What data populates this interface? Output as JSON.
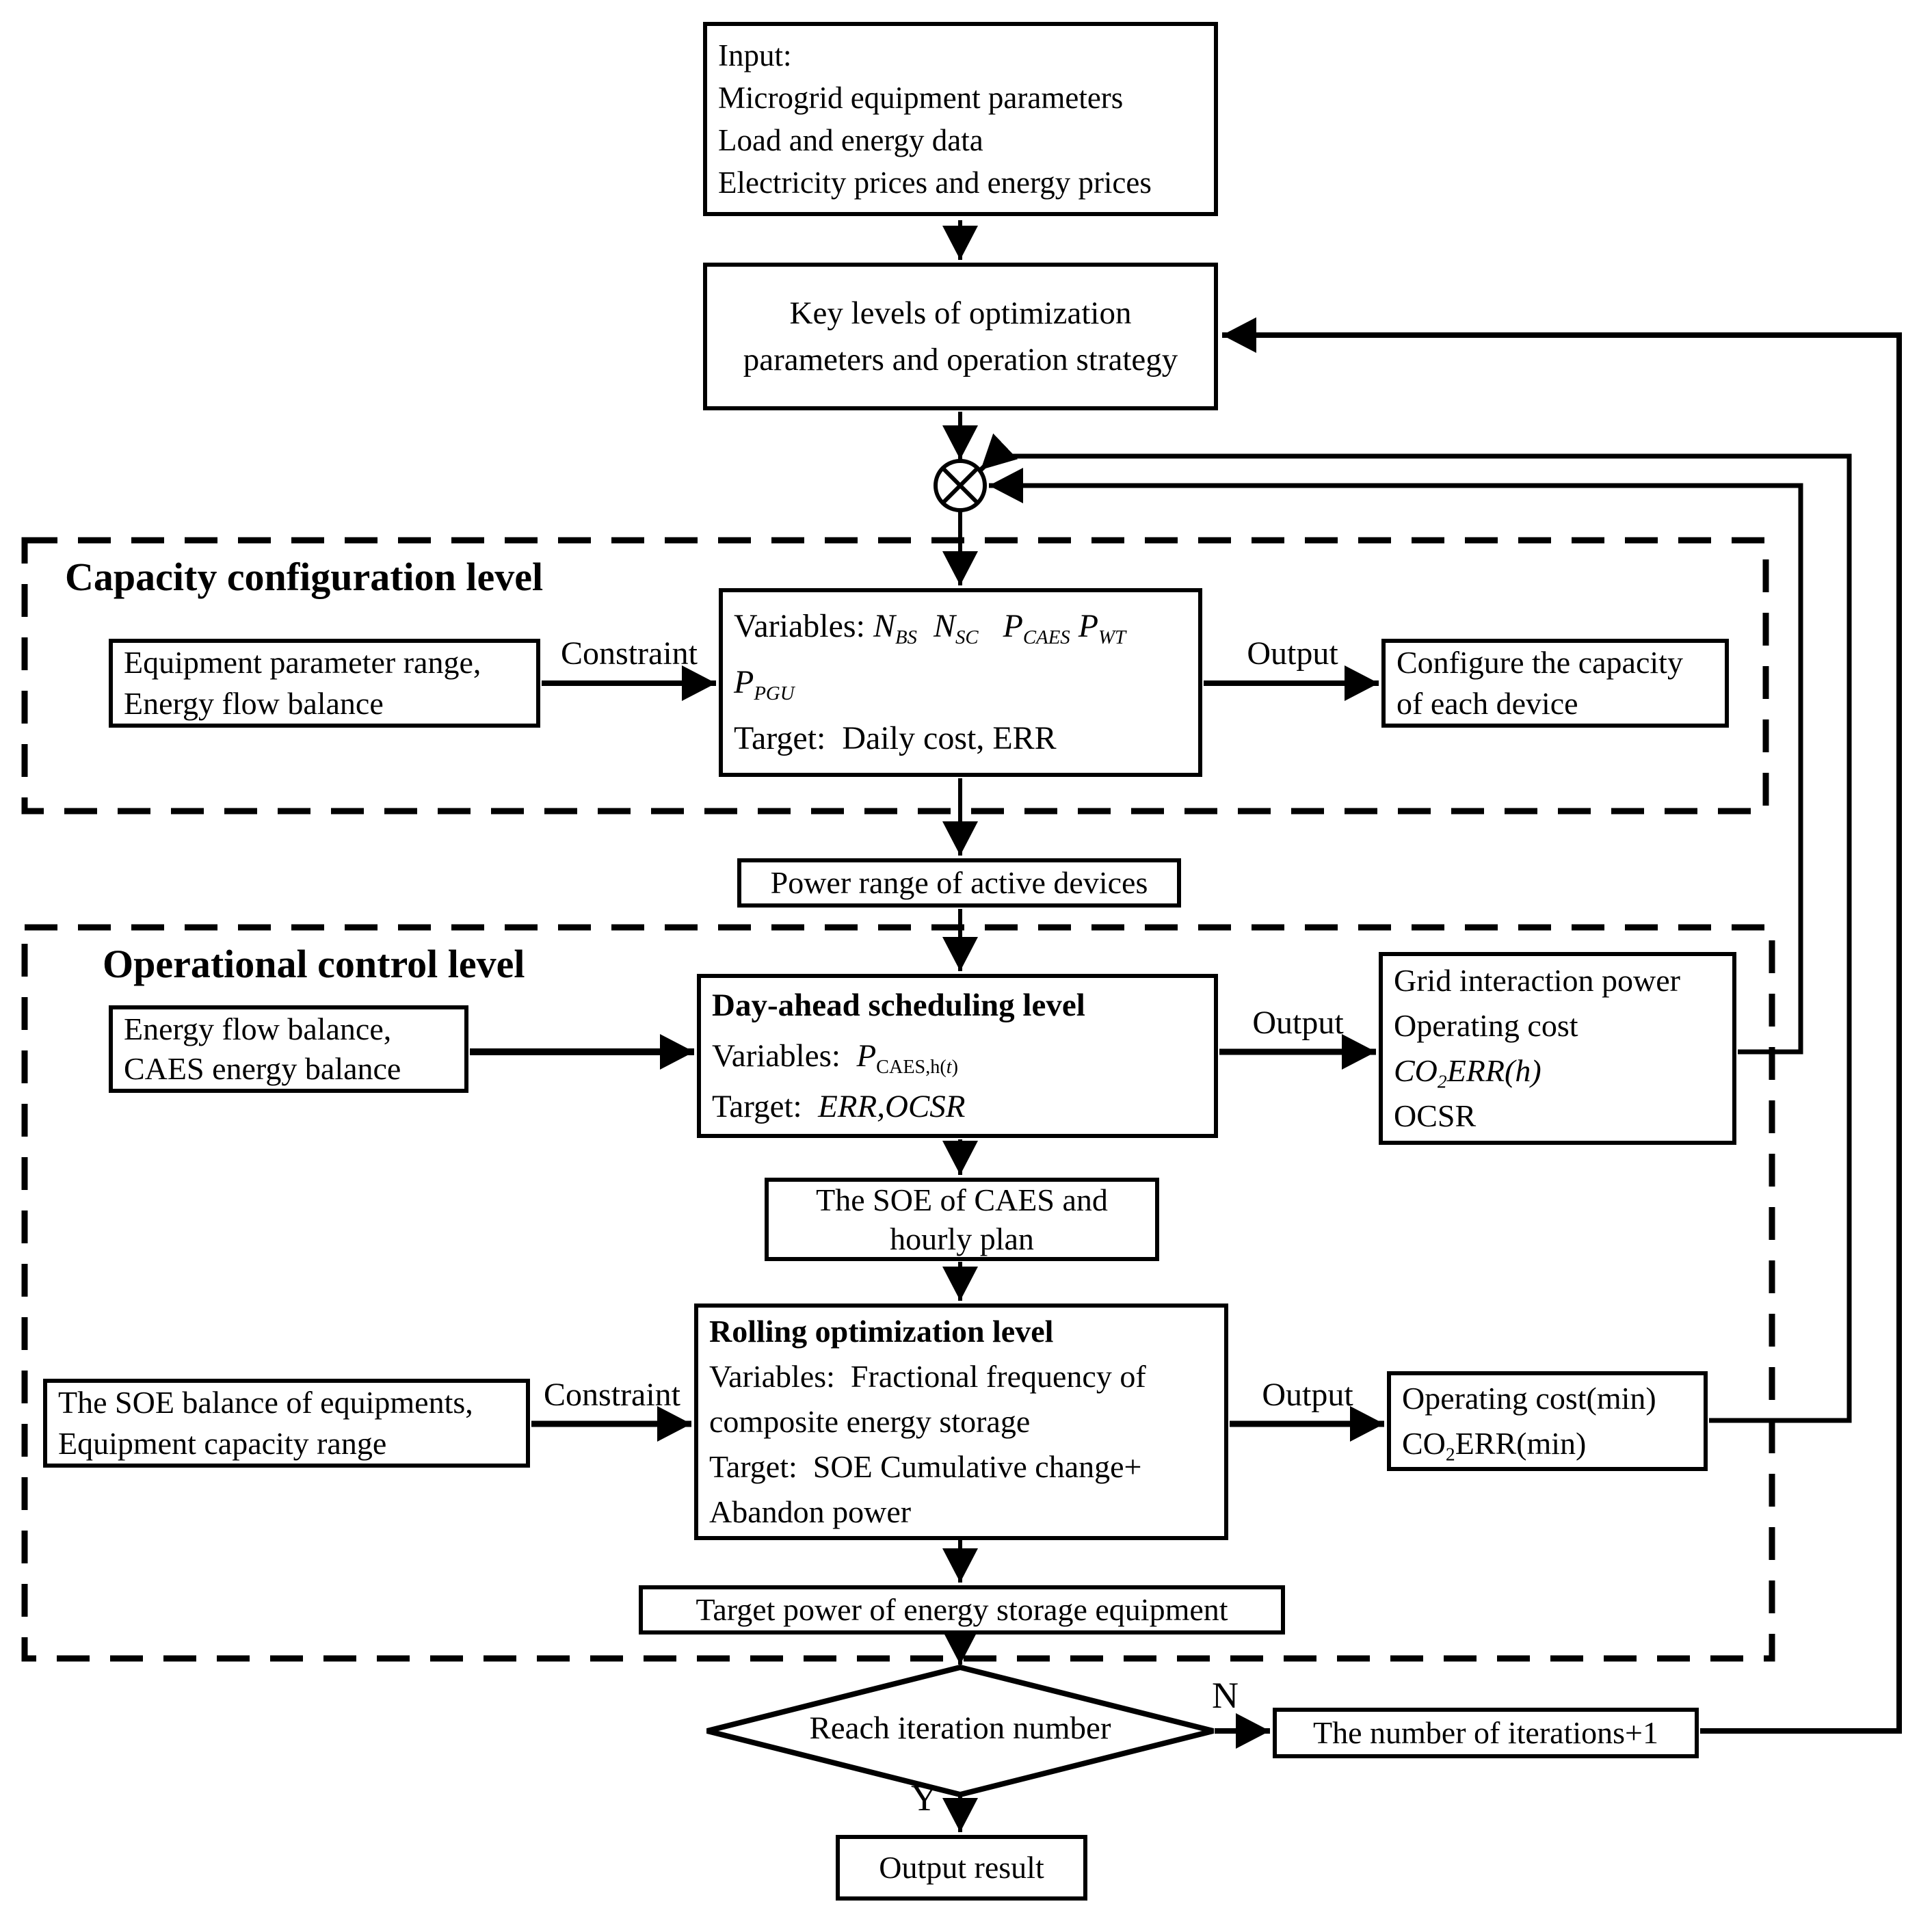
{
  "labels": {
    "constraint": "Constraint",
    "output": "Output",
    "no": "N",
    "yes": "Y"
  },
  "junction": {
    "icon": "circle-cross-junction"
  },
  "input_box": {
    "lines": [
      "Input:",
      "Microgrid equipment parameters",
      "Load and energy data",
      "Electricity prices and energy prices"
    ]
  },
  "key_levels_box": {
    "lines": [
      "Key levels of optimization",
      "parameters and operation strategy"
    ]
  },
  "capacity_level": {
    "title": "Capacity configuration level",
    "constraint_box": {
      "lines": [
        "Equipment parameter range,",
        "Energy flow balance"
      ]
    },
    "optimize_box": {
      "line1": [
        {
          "t": "Variables: ",
          "s": ""
        },
        {
          "t": "N",
          "s": "i"
        },
        {
          "t": "BS",
          "s": "i sub"
        },
        {
          "t": "  ",
          "s": ""
        },
        {
          "t": "N",
          "s": "i"
        },
        {
          "t": "SC",
          "s": "i sub"
        },
        {
          "t": "   ",
          "s": ""
        },
        {
          "t": "P",
          "s": "i"
        },
        {
          "t": "CAES",
          "s": "i sub"
        },
        {
          "t": " ",
          "s": ""
        },
        {
          "t": "P",
          "s": "i"
        },
        {
          "t": "WT",
          "s": "i sub"
        }
      ],
      "line2": [
        {
          "t": "P",
          "s": "i"
        },
        {
          "t": "PGU",
          "s": "i sub"
        }
      ],
      "line3": "Target:  Daily cost, ERR"
    },
    "result_box": {
      "lines": [
        "Configure the capacity",
        "of each device"
      ]
    }
  },
  "power_range_box": {
    "text": "Power range of active devices"
  },
  "operational_level": {
    "title": "Operational control level",
    "energy_box": {
      "lines": [
        "Energy flow balance,",
        "CAES energy balance"
      ]
    },
    "day_ahead_box": {
      "title": "Day-ahead scheduling level",
      "line2": [
        {
          "t": "Variables:  ",
          "s": ""
        },
        {
          "t": "P",
          "s": "i"
        },
        {
          "t": "CAES,h(",
          "s": "sub"
        },
        {
          "t": "t",
          "s": "sub i"
        },
        {
          "t": ")",
          "s": "sub"
        }
      ],
      "line3": [
        {
          "t": "Target:  ",
          "s": ""
        },
        {
          "t": "ERR,OCSR",
          "s": "i"
        }
      ]
    },
    "grid_output_box": {
      "line1": "Grid interaction power",
      "line2": "Operating cost",
      "line3": [
        {
          "t": "CO",
          "s": "i"
        },
        {
          "t": "2",
          "s": "i sub"
        },
        {
          "t": "ERR(",
          "s": "i"
        },
        {
          "t": "h",
          "s": "i"
        },
        {
          "t": ")",
          "s": "i"
        }
      ],
      "line4": "OCSR"
    },
    "soe_caes_box": {
      "lines": [
        "The SOE of CAES and",
        "hourly plan"
      ]
    },
    "rolling_box": {
      "title": "Rolling optimization level",
      "lines": [
        "Variables:  Fractional frequency of",
        "composite energy storage",
        "Target:  SOE Cumulative change+",
        "Abandon power"
      ]
    },
    "soe_balance_box": {
      "lines": [
        "The SOE balance of equipments,",
        "Equipment capacity range"
      ]
    },
    "min_output_box": {
      "line1": "Operating cost(min)",
      "line2": [
        {
          "t": "CO",
          "s": ""
        },
        {
          "t": "2",
          "s": "sub"
        },
        {
          "t": "ERR(min)",
          "s": ""
        }
      ]
    },
    "target_power_box": {
      "text": "Target power of energy storage equipment"
    }
  },
  "decision": {
    "text": "Reach iteration number"
  },
  "iterations_box": {
    "text": "The number of iterations+1"
  },
  "output_result_box": {
    "text": "Output result"
  }
}
